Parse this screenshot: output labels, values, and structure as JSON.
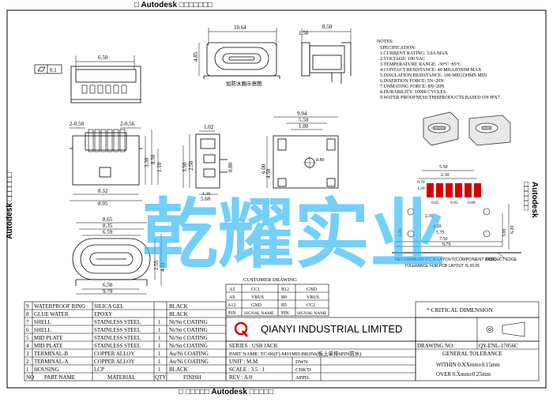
{
  "watermark": {
    "top": "□ Autodesk □□□□□□□",
    "bottom": "□ □□□□□ Autodesk □□□□□",
    "left": "Autodesk □□□□□□",
    "right": "Autodesk □□□□□□"
  },
  "flatness": "0.1",
  "top_view_note": "加防水圈示意图",
  "dims": {
    "d1064": "10.64",
    "d650a": "6.50",
    "d485": "4.85",
    "d150": "1.50",
    "d850": "8.50",
    "d250": "2-0.50",
    "d056": "2-0.56",
    "d330": "3.30",
    "d850b": "8.50",
    "d110": "1.10",
    "d832": "8.32",
    "d895": "8.95",
    "d102": "1.02",
    "d350": "3.50",
    "d250b": "2.50",
    "d080": "0.80",
    "d560": "5.60",
    "d116": "1.16",
    "d994": "9.94",
    "d550": "5.50",
    "d100a": "1.00",
    "d080b": "0.80",
    "d450": "4.50",
    "d600": "6.00",
    "d865": "8.65",
    "d835": "8.35",
    "d659": "6.59",
    "d650b": "6.50",
    "d979": "9.79",
    "d255": "2.55",
    "d461": "4.61",
    "p550": "5.50",
    "p230": "2.30",
    "p070": "0.70",
    "p120": "1.20",
    "p065": "0.65",
    "p095": "0.95",
    "p080": "0.80",
    "p230b": "2.30",
    "p300": "3.00",
    "p420": "4.20",
    "p575": "5.75",
    "p750": "7.50",
    "p979": "9.79",
    "p620": "6.20",
    "p300b": "3.00"
  },
  "notes": {
    "heading": "NOTES:",
    "items": [
      "SPECIFICATION:",
      "1.CURRENT RATING: 3.0A MAX",
      "2.VOLTAGE: 100 VAC",
      "3.TEMPERATURE RANGE: -30°C~85°C",
      "4.CONTACT RESISTANCE: 40 MILLIONIM MAX",
      "5.INSULATION RESISTANCE: 100 MEGOHMS MIN",
      "6.INSERTION FORCE: 5N~20N",
      "7.UNMATING FORCE: 8N~20N",
      "8.DURABILITY: 10000 CYCLES",
      "9.WATER PROOFNESS:THISPRODUCTS BASED ON IPX7."
    ]
  },
  "pcb": {
    "title": "RECOMMEND P.C.B LAYOUT(COMPONENT SIDE)",
    "tolerance": "TOLERANCE FOR PCB LAYOUT IS ±0.05",
    "edge": "PRODUCT EDGE"
  },
  "overlay_text": "乾耀实业",
  "customer": {
    "title": "CUSTOMER DRAWING",
    "rows": [
      [
        "A5",
        "CC1",
        "B12",
        "GND"
      ],
      [
        "A9",
        "VBUS",
        "B9",
        "VBUS"
      ],
      [
        "A12",
        "GND",
        "B5",
        "CC2"
      ],
      [
        "PIN",
        "SIGNAL NAME",
        "PIN",
        "SIGNAL NAME"
      ]
    ]
  },
  "bom": {
    "rows": [
      [
        "9",
        "WATERPROOF RING",
        "SILICA GEL",
        "",
        "BLACK"
      ],
      [
        "8",
        "GLUE WATER",
        "EPOXY",
        "",
        "BLACK"
      ],
      [
        "7",
        "SHELL",
        "STAINLESS STEEL",
        "1",
        "Ni/Sn COATING"
      ],
      [
        "6",
        "SHELL",
        "STAINLESS STEEL",
        "1",
        "Ni/Sn COATING"
      ],
      [
        "5",
        "MID PLATE",
        "STAINLESS STEEL",
        "1",
        "Ni/Sn COATING"
      ],
      [
        "4",
        "MID PLATE",
        "STAINLESS STEEL",
        "1",
        "Ni/Sn COATING"
      ],
      [
        "3",
        "TERMINAL-B",
        "COPPER ALLOY",
        "1",
        "Au/Ni COATING"
      ],
      [
        "2",
        "TERMINAL-A",
        "COPPER ALLOY",
        "1",
        "Au/Ni COATING"
      ],
      [
        "1",
        "HOUSING",
        "LCP",
        "1",
        "BLACK"
      ],
      [
        "NO",
        "PART NAME",
        "MATERIAL",
        "QTY",
        "FINISH"
      ]
    ]
  },
  "title_block": {
    "company": "QIANYI INDUSTRIAL LIMITED",
    "series": "SERIES : USB JACK",
    "part_name": "PART NAME: TC-06(F)-M01MD-BK056(板上单排6PIN防水)",
    "unit": "UNIT : M.M",
    "dwn": "DWN.",
    "scale": "SCALE : 3.5 : 1",
    "chkd": "CHK'D",
    "rev": "REV : A/0",
    "appd": "APPD.",
    "critical": "* CRITICAL DIMENSION",
    "drawing_no_label": "DRAWING NO:",
    "drawing_no": "QY-ENL-17056C",
    "general_tol": "GENERAL TOLERANCE",
    "within": "WITHIN  0.XXmm±0.15mm",
    "over": "OVER   0.Xmm±0.25mm"
  }
}
